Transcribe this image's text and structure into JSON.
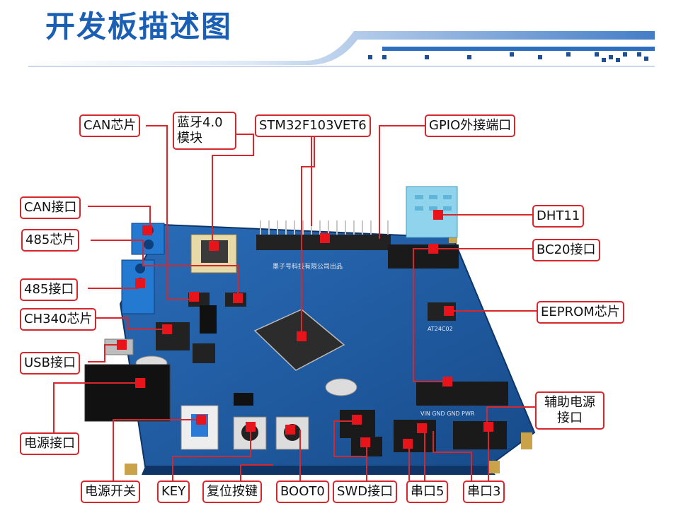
{
  "title": "开发板描述图",
  "labels": {
    "can_chip": "CAN芯片",
    "bluetooth": "蓝牙4.0 模块",
    "mcu": "STM32F103VET6",
    "gpio": "GPIO外接端口",
    "can_port": "CAN接口",
    "chip_485": "485芯片",
    "port_485": "485接口",
    "ch340": "CH340芯片",
    "usb": "USB接口",
    "power_port": "电源接口",
    "dht11": "DHT11",
    "bc20": "BC20接口",
    "eeprom": "EEPROM芯片",
    "aux_power": "辅助电源 接口",
    "power_switch": "电源开关",
    "key": "KEY",
    "reset": "复位按键",
    "boot0": "BOOT0",
    "swd": "SWD接口",
    "uart5": "串口5",
    "uart3": "串口3"
  },
  "board_text": {
    "silkscreen": "墨子号科技有限公司出品",
    "power_header": "VIN GND GND PWR",
    "eeprom_part": "AT24C02"
  },
  "colors": {
    "title": "#1a5fb4",
    "leader": "#d6282c",
    "board": "#1f5fa8",
    "banner": "#3b7fd0"
  }
}
